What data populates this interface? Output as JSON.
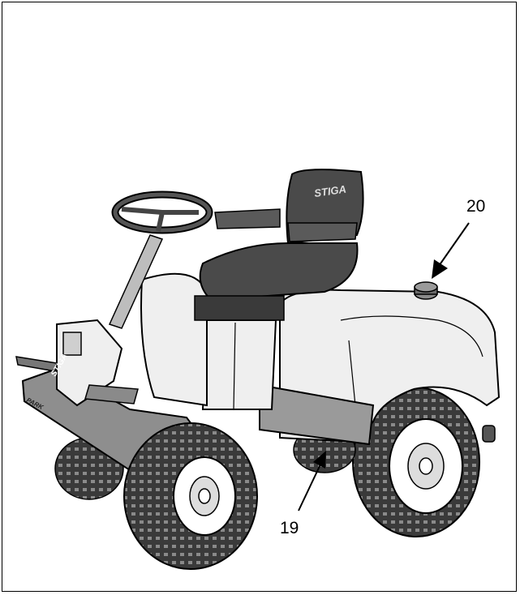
{
  "figure": {
    "subject": "riding mower illustration",
    "seat_brand": "STIGA",
    "front_brand": "STIGA",
    "bumper_text": "PARK"
  },
  "callouts": [
    {
      "label": "20",
      "target": "fuel-tank-cap"
    },
    {
      "label": "19",
      "target": "underside-component"
    }
  ],
  "colors": {
    "outline": "#000000",
    "body": "#efefef",
    "seat": "#4a4a4a",
    "tyre": "#3a3a3a",
    "hub": "#ffffff"
  }
}
